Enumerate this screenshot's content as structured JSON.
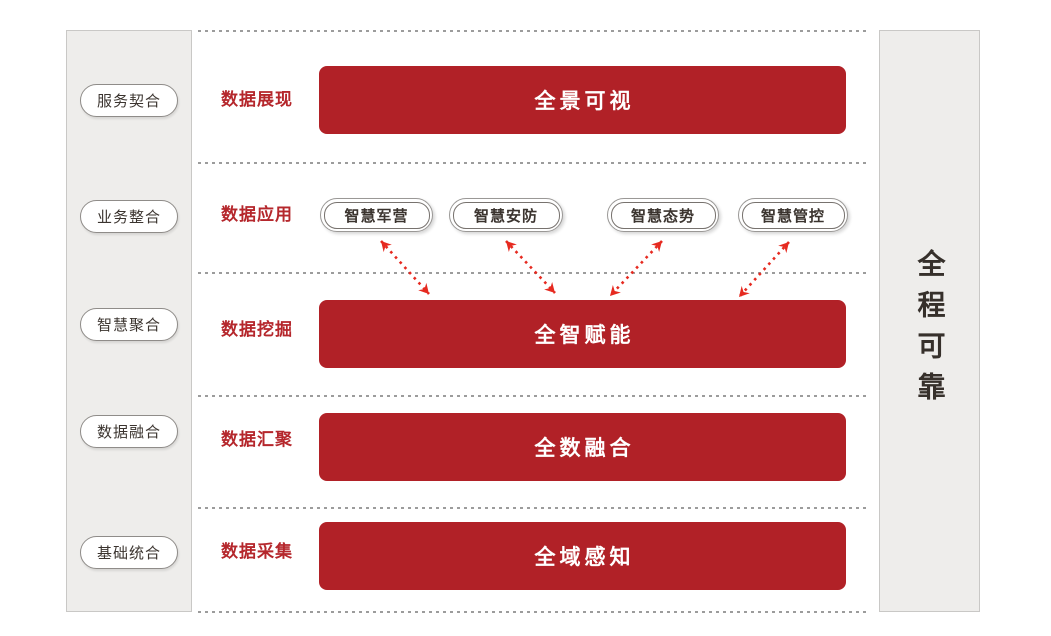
{
  "colors": {
    "bar_red": "#B12127",
    "label_red": "#B5272C",
    "arrow_red": "#E62A20",
    "panel_bg": "#EEEDEB",
    "panel_border": "#C9C8C6",
    "pill_text": "#3B342F",
    "separator_gray": "#9C9C9C",
    "bar_text": "#FFFFFF",
    "right_label_text": "#36302B"
  },
  "sidebar_left": {
    "items": [
      {
        "label": "服务契合"
      },
      {
        "label": "业务整合"
      },
      {
        "label": "智慧聚合"
      },
      {
        "label": "数据融合"
      },
      {
        "label": "基础统合"
      }
    ]
  },
  "sidebar_right": {
    "label": "全程可靠"
  },
  "rows": [
    {
      "label": "数据展现",
      "bar": "全景可视"
    },
    {
      "label": "数据应用",
      "pills": [
        "智慧军营",
        "智慧安防",
        "智慧态势",
        "智慧管控"
      ]
    },
    {
      "label": "数据挖掘",
      "bar": "全智赋能"
    },
    {
      "label": "数据汇聚",
      "bar": "全数融合"
    },
    {
      "label": "数据采集",
      "bar": "全域感知"
    }
  ],
  "arrows": {
    "description": "four double-headed dashed arrows linking application pills to 全智赋能 bar",
    "style": "dashed-double-headed",
    "count": 4
  }
}
